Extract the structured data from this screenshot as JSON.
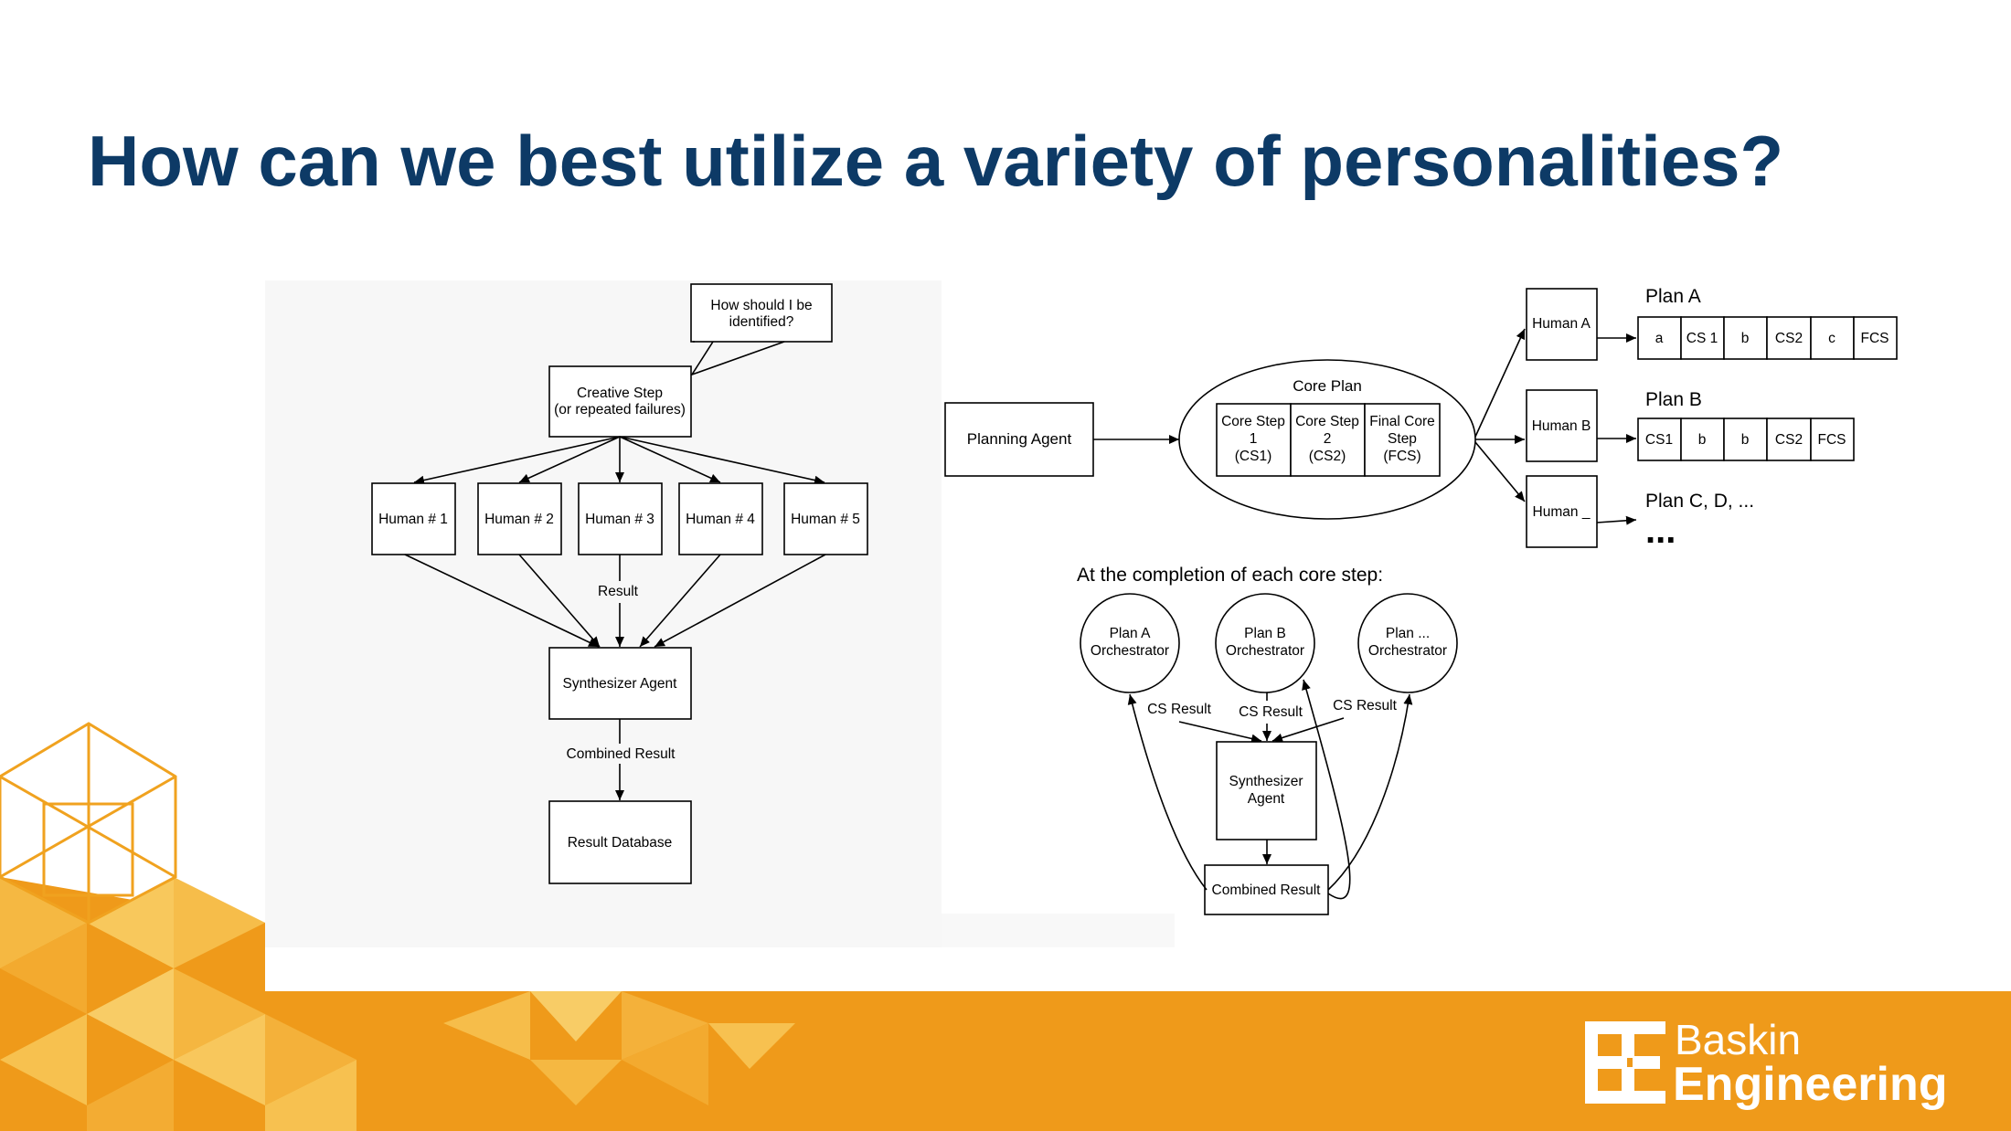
{
  "slide": {
    "title": "How can we best utilize a variety of personalities?"
  },
  "left_diagram": {
    "callout": [
      "How should I be",
      "identified?"
    ],
    "creative_step": [
      "Creative Step",
      "(or repeated failures)"
    ],
    "humans": [
      "Human # 1",
      "Human # 2",
      "Human # 3",
      "Human # 4",
      "Human # 5"
    ],
    "result_label": "Result",
    "synthesizer": "Synthesizer Agent",
    "combined_result_label": "Combined Result",
    "result_database": "Result Database"
  },
  "right_diagram": {
    "planning_agent": "Planning Agent",
    "core_plan_title": "Core Plan",
    "core_steps": [
      [
        "Core Step",
        "1",
        "(CS1)"
      ],
      [
        "Core Step",
        "2",
        "(CS2)"
      ],
      [
        "Final Core",
        "Step",
        "(FCS)"
      ]
    ],
    "humans": [
      "Human A",
      "Human B",
      "Human _"
    ],
    "plan_a": {
      "title": "Plan A",
      "cells": [
        "a",
        "CS 1",
        "b",
        "CS2",
        "c",
        "FCS"
      ]
    },
    "plan_b": {
      "title": "Plan B",
      "cells": [
        "CS1",
        "b",
        "b",
        "CS2",
        "FCS"
      ]
    },
    "plan_more": {
      "title": "Plan C, D, ...",
      "ellipsis": "..."
    },
    "completion_heading": "At the completion of each core step:",
    "orchestrators": [
      [
        "Plan A",
        "Orchestrator"
      ],
      [
        "Plan B",
        "Orchestrator"
      ],
      [
        "Plan ...",
        "Orchestrator"
      ]
    ],
    "cs_result_labels": [
      "CS Result",
      "CS Result",
      "CS Result"
    ],
    "synthesizer": [
      "Synthesizer",
      "Agent"
    ],
    "combined_result": "Combined Result"
  },
  "logo": {
    "line1": "Baskin",
    "line2": "Engineering"
  },
  "colors": {
    "title": "#0d3a66",
    "brand_orange": "#ef9a1a",
    "brand_yellow": "#f6c02a",
    "white": "#ffffff"
  }
}
